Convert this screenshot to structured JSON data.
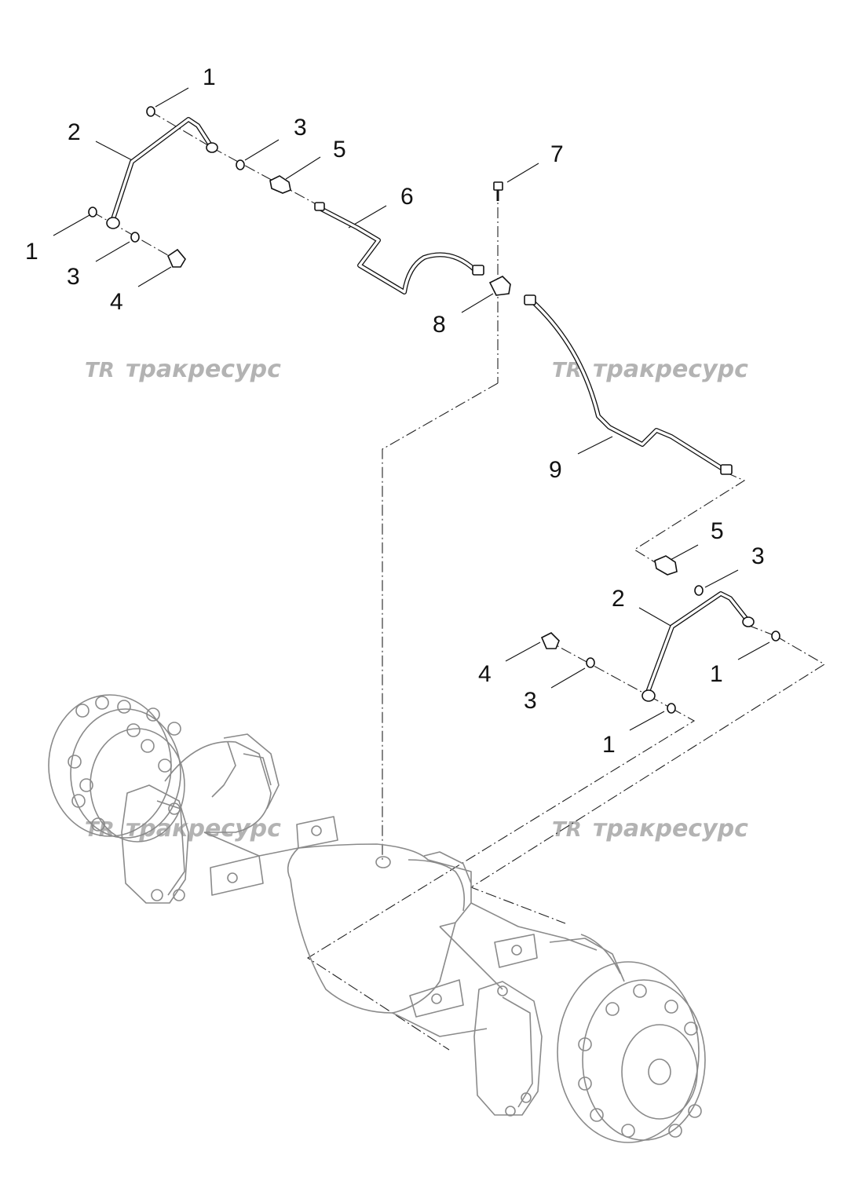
{
  "diagram": {
    "callouts": [
      {
        "id": "c1",
        "text": "1"
      },
      {
        "id": "c2",
        "text": "2"
      },
      {
        "id": "c3",
        "text": "3"
      },
      {
        "id": "c4",
        "text": "5"
      },
      {
        "id": "c5",
        "text": "6"
      },
      {
        "id": "c6",
        "text": "7"
      },
      {
        "id": "c7",
        "text": "1"
      },
      {
        "id": "c8",
        "text": "3"
      },
      {
        "id": "c9",
        "text": "4"
      },
      {
        "id": "c10",
        "text": "8"
      },
      {
        "id": "c11",
        "text": "9"
      },
      {
        "id": "c12",
        "text": "5"
      },
      {
        "id": "c13",
        "text": "3"
      },
      {
        "id": "c14",
        "text": "2"
      },
      {
        "id": "c15",
        "text": "4"
      },
      {
        "id": "c16",
        "text": "1"
      },
      {
        "id": "c17",
        "text": "3"
      },
      {
        "id": "c18",
        "text": "1"
      }
    ],
    "watermark": {
      "logo": "TR",
      "text": "тракресурс"
    }
  }
}
